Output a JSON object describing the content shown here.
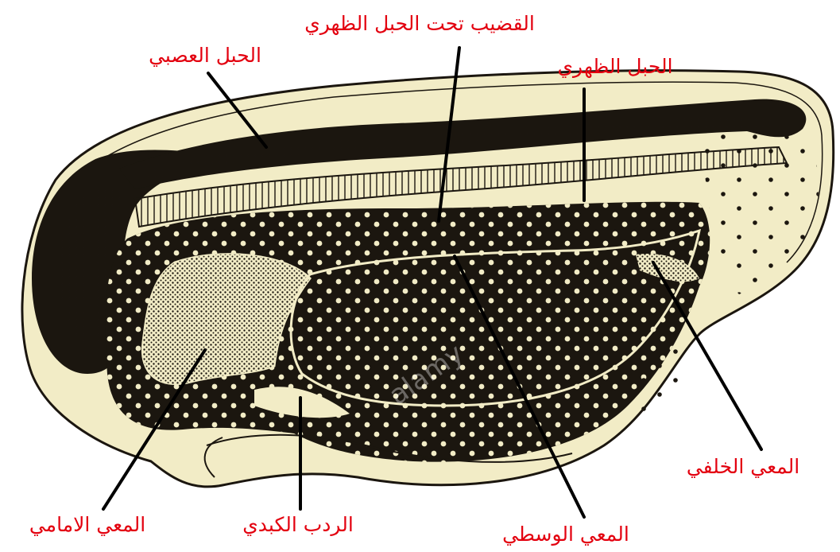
{
  "figure": {
    "labels": {
      "nerve_cord": "الحبل العصبي",
      "subnotochord_rod": "القضيب تحت الحبل الظهري",
      "notochord": "الحبل الظهري",
      "foregut": "المعي الامامي",
      "hepatic_diverticulum": "الردب الكبدي",
      "midgut": "المعي الوسطي",
      "hindgut": "المعي الخلفي"
    },
    "watermark": "alamy"
  },
  "colors": {
    "background": "#ffffff",
    "paper": "#f2ecc6",
    "ink": "#1b160f",
    "label": "#e3000f"
  }
}
